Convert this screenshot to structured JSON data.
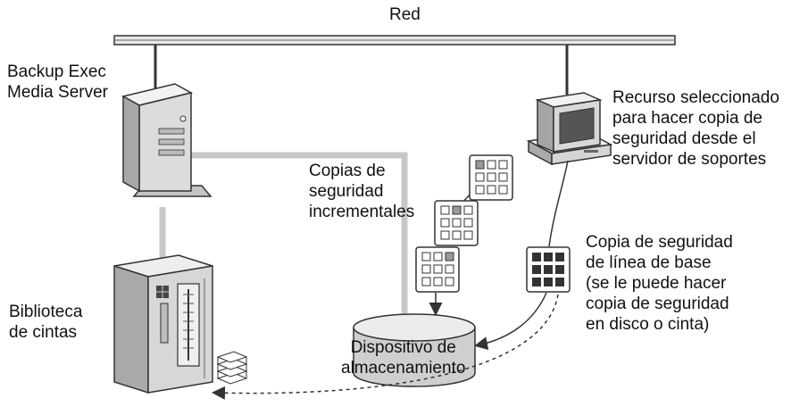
{
  "diagram": {
    "network_label": "Red",
    "media_server_label": "Backup Exec\nMedia Server",
    "tape_library_label": "Biblioteca\nde cintas",
    "resource_label": "Recurso seleccionado\npara hacer copia de\nseguridad desde el\nservidor de soportes",
    "incremental_label": "Copias de\nseguridad\nincrementales",
    "baseline_label": "Copia de seguridad\nde línea de base\n(se le puede hacer\ncopia de seguridad\nen disco o cinta)",
    "storage_label": "Dispositivo de\nalmacenamiento"
  },
  "colors": {
    "line": "#3a3a3a",
    "connector": "#c8c8c8",
    "device_light": "#ececec",
    "device_mid": "#cfcfcf",
    "device_dark": "#9a9a9a",
    "block_dark": "#333333",
    "block_highlight": "#9a9a9a"
  },
  "icons": [
    "network-bus-icon",
    "server-tower-icon",
    "tape-library-icon",
    "desktop-computer-icon",
    "storage-cylinder-icon",
    "backup-grid-icon",
    "tape-stack-icon"
  ]
}
